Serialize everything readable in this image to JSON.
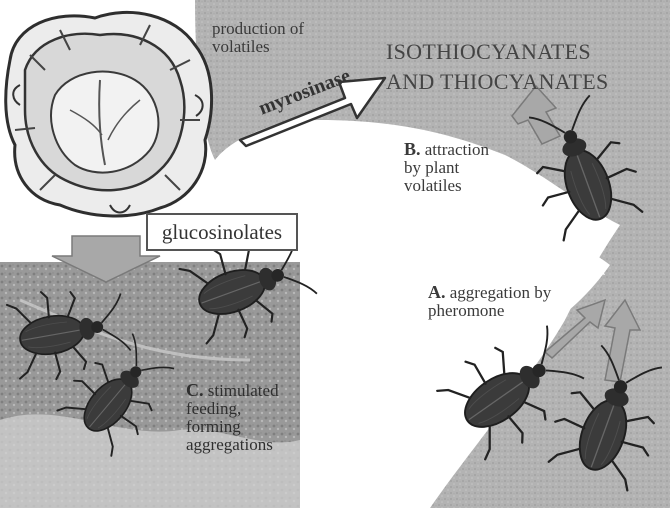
{
  "labels": {
    "production": "production of\nvolatiles",
    "iso_line1": "ISOTHIOCYANATES",
    "iso_line2": "AND THIOCYANATES",
    "myrosinase": "myrosinase",
    "b_letter": "B.",
    "b_text": " attraction\nby plant\nvolatiles",
    "glucosinolates": "glucosinolates",
    "a_letter": "A.",
    "a_text": " aggregation by\npheromone",
    "c_letter": "C.",
    "c_text": " stimulated\nfeeding,\nforming\naggregations"
  },
  "icons": [
    "cabbage-icon",
    "beetle-icon"
  ],
  "colors": {
    "background": "#ffffff",
    "shaded_region": "#b5b5b5",
    "arrow_fill": "#a9a9a9",
    "arrow_stroke": "#777777",
    "beetle": "#3b3b3b"
  }
}
